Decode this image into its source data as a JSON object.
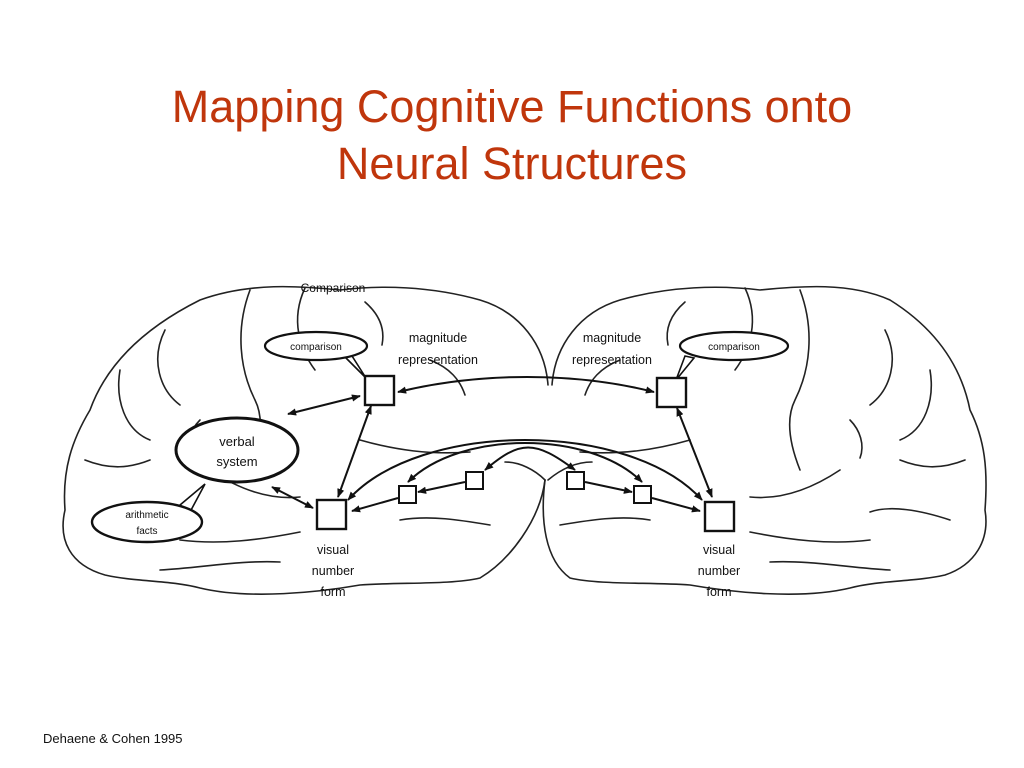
{
  "slide": {
    "title_line1": "Mapping Cognitive Functions onto",
    "title_line2": "Neural Structures",
    "citation": "Dehaene & Cohen 1995",
    "title_color": "#c0360c"
  },
  "diagram": {
    "header_label": "Comparison",
    "left": {
      "comparison": "comparison",
      "magnitude_1": "magnitude",
      "magnitude_2": "representation",
      "verbal_1": "verbal",
      "verbal_2": "system",
      "arith_1": "arithmetic",
      "arith_2": "facts",
      "vnf_1": "visual",
      "vnf_2": "number",
      "vnf_3": "form"
    },
    "right": {
      "comparison": "comparison",
      "magnitude_1": "magnitude",
      "magnitude_2": "representation",
      "vnf_1": "visual",
      "vnf_2": "number",
      "vnf_3": "form"
    }
  }
}
